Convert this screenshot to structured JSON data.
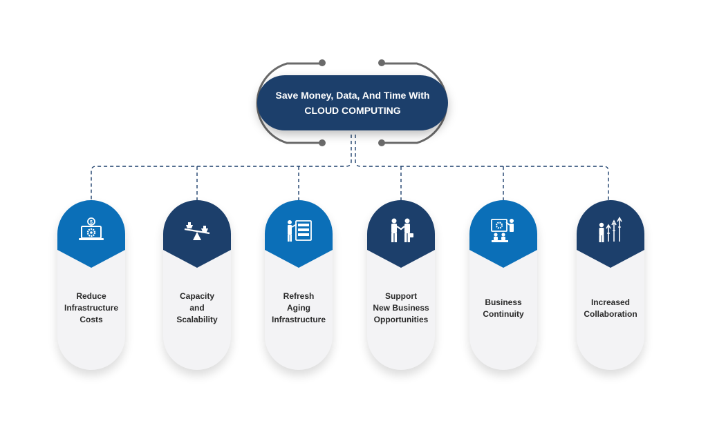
{
  "title": {
    "line1": "Save Money, Data, And Time With",
    "line2": "CLOUD COMPUTING"
  },
  "colors": {
    "dark_navy": "#1c3f6b",
    "bright_blue": "#0b6fb8",
    "connector_gray": "#6a6a6a",
    "dash_navy": "#1c3f6b",
    "card_bg": "#f3f3f5"
  },
  "cards": [
    {
      "lines": [
        "Reduce",
        "Infrastructure",
        "Costs"
      ],
      "icon": "laptop-money-gear-icon",
      "color": "bright_blue"
    },
    {
      "lines": [
        "Capacity",
        "and",
        "Scalability"
      ],
      "icon": "balance-scale-icon",
      "color": "dark_navy"
    },
    {
      "lines": [
        "Refresh",
        "Aging",
        "Infrastructure"
      ],
      "icon": "presenter-server-icon",
      "color": "bright_blue"
    },
    {
      "lines": [
        "Support",
        "New Business",
        "Opportunities"
      ],
      "icon": "handshake-icon",
      "color": "dark_navy"
    },
    {
      "lines": [
        "Business",
        "Continuity"
      ],
      "icon": "presentation-meeting-icon",
      "color": "bright_blue"
    },
    {
      "lines": [
        "Increased",
        "Collaboration"
      ],
      "icon": "growth-arrows-person-icon",
      "color": "dark_navy"
    }
  ]
}
